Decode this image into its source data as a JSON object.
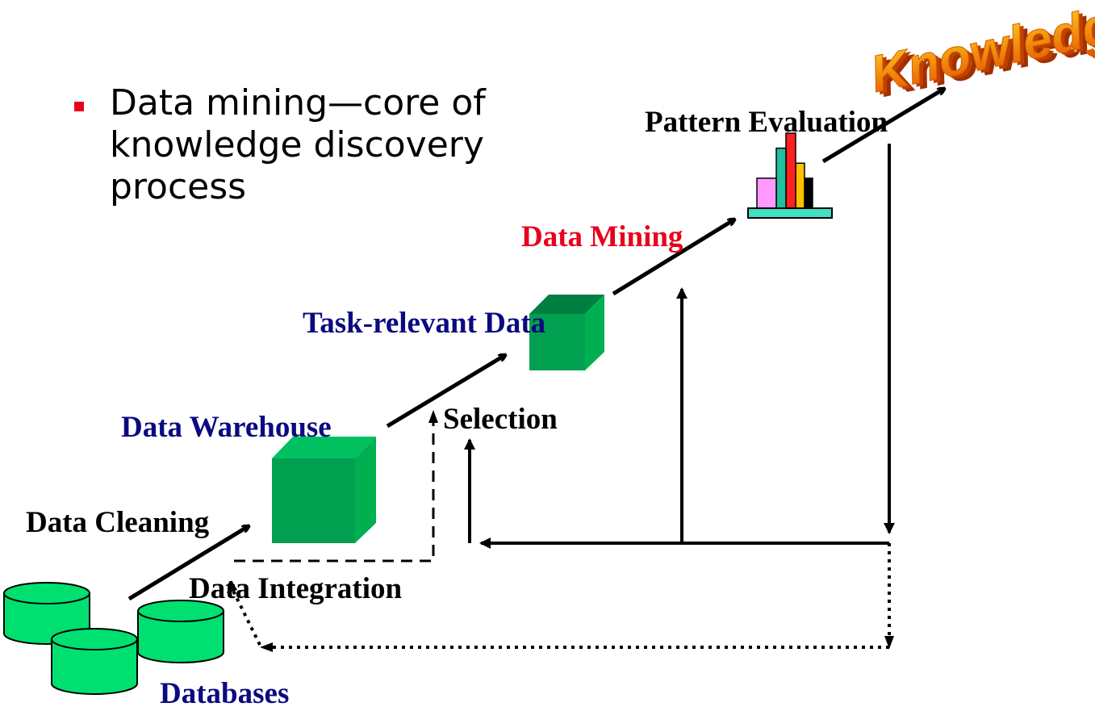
{
  "bullet": {
    "lines": [
      "Data mining—core of",
      "knowledge discovery",
      "process"
    ]
  },
  "knowledge_title": "Knowledge",
  "stages": {
    "pattern_evaluation": "Pattern Evaluation",
    "data_mining": "Data Mining",
    "task_relevant_data": "Task-relevant Data",
    "selection": "Selection",
    "data_warehouse": "Data Warehouse",
    "data_cleaning": "Data Cleaning",
    "data_integration": "Data Integration",
    "databases": "Databases"
  },
  "colors": {
    "label_black": "#000000",
    "label_blue": "#0a0a80",
    "label_red": "#e8001c",
    "cube_green": "#00a050",
    "cylinder_green": "#00e070",
    "knowledge_orange": "#f07010"
  },
  "chart_icon_bars": [
    {
      "value": 2,
      "color": "#ff99ff"
    },
    {
      "value": 4,
      "color": "#20c0a0"
    },
    {
      "value": 5,
      "color": "#ff2020"
    },
    {
      "value": 3,
      "color": "#ffc000"
    },
    {
      "value": 2,
      "color": "#000000"
    }
  ]
}
